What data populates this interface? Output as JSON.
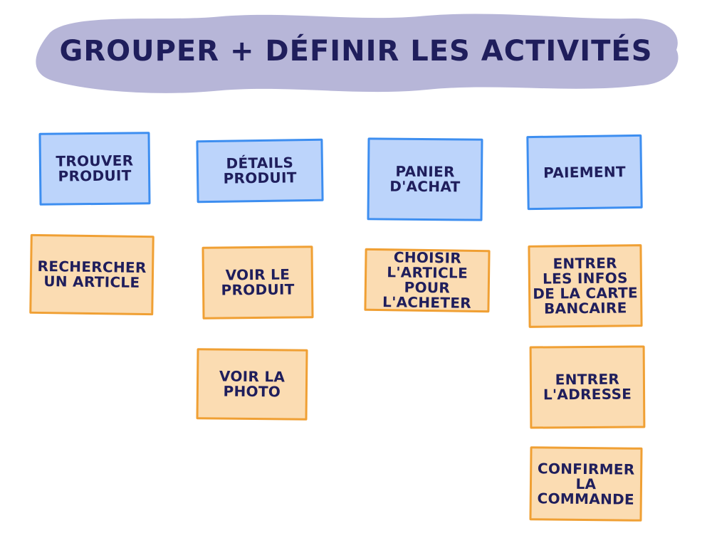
{
  "title": "GROUPER + DÉFINIR LES ACTIVITÉS",
  "colors": {
    "title_band": "#b7b6d8",
    "title_text": "#1f1e5c",
    "group_fill": "#bcd4fb",
    "group_border": "#3d8ef0",
    "activity_fill": "#fbdcb2",
    "activity_border": "#f0a034"
  },
  "columns": [
    {
      "group": "TROUVER\nPRODUIT",
      "activities": [
        "RECHERCHER\nUN ARTICLE"
      ]
    },
    {
      "group": "DÉTAILS\nPRODUIT",
      "activities": [
        "VOIR LE\nPRODUIT",
        "VOIR LA\nPHOTO"
      ]
    },
    {
      "group": "PANIER\nD'ACHAT",
      "activities": [
        "CHOISIR\nL'ARTICLE\nPOUR\nL'ACHETER"
      ]
    },
    {
      "group": "PAIEMENT",
      "activities": [
        "ENTRER\nLES INFOS\nDE LA CARTE\nBANCAIRE",
        "ENTRER\nL'ADRESSE",
        "CONFIRMER\nLA\nCOMMANDE"
      ]
    }
  ]
}
